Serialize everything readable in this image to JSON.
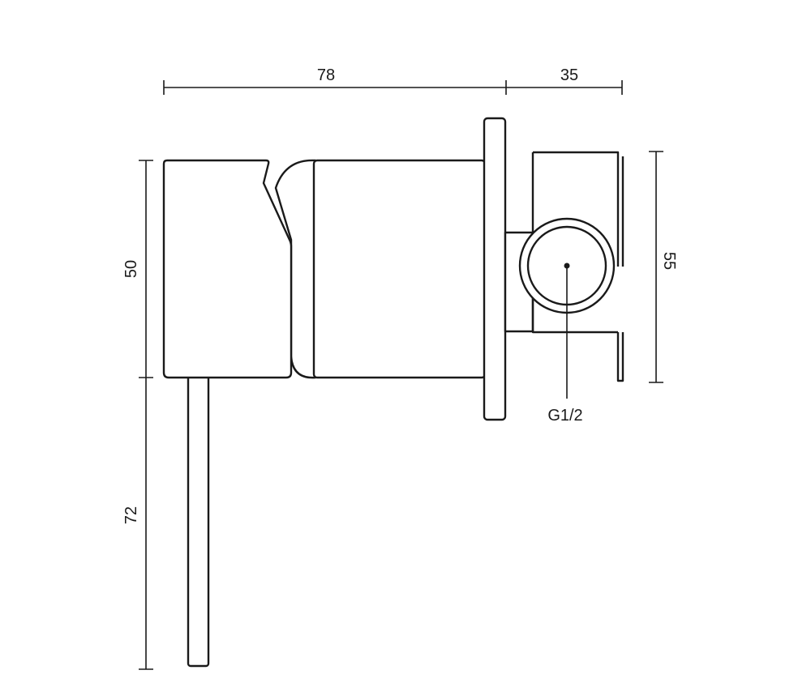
{
  "dimensions": {
    "body_length": "78",
    "outlet_depth": "35",
    "handle_height": "50",
    "lever_length": "72",
    "housing_height": "55"
  },
  "labels": {
    "thread": "G1/2"
  },
  "colors": {
    "line": "#1a1a1a",
    "background": "#ffffff"
  }
}
